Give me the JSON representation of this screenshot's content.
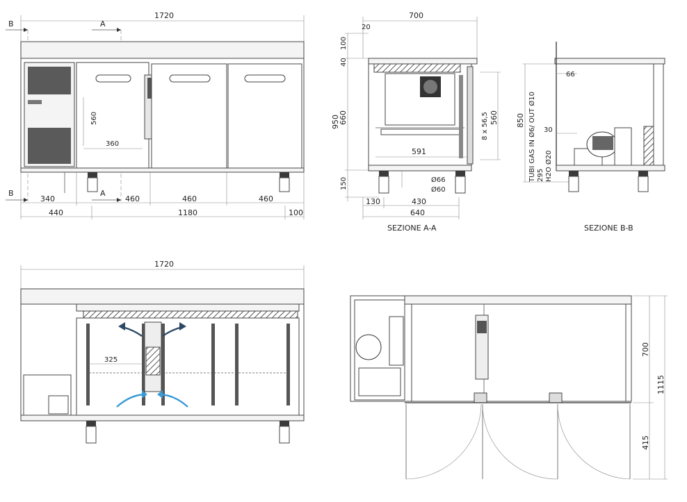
{
  "front_view": {
    "width_total": "1720",
    "section_b": "B",
    "section_a": "A",
    "drawer_height": "560",
    "drawer_width": "360",
    "widths_bottom1": [
      "340",
      "460",
      "460",
      "460"
    ],
    "widths_bottom2": [
      "440",
      "1180",
      "100"
    ]
  },
  "section_aa": {
    "caption": "SEZIONE A-A",
    "width": "700",
    "top_gap": "20",
    "v_dims": [
      "100",
      "40",
      "950",
      "660",
      "150"
    ],
    "guides": "8 x 56,5",
    "inner_h": "560",
    "inner_w": "591",
    "pipe1": "Ø66",
    "pipe2": "Ø60",
    "bottom_dims": [
      "130",
      "430",
      "640"
    ]
  },
  "section_bb": {
    "caption": "SEZIONE B-B",
    "height": "850",
    "pipe_label": "TUBI GAS IN Ø6/ OUT Ø10",
    "d295": "295",
    "h2o": "H2O Ø20",
    "d66": "66",
    "d30": "30"
  },
  "section_view": {
    "width_total": "1720",
    "inner_dim": "325"
  },
  "plan_view": {
    "depth": "700",
    "total_depth": "1115",
    "door_swing": "415"
  }
}
